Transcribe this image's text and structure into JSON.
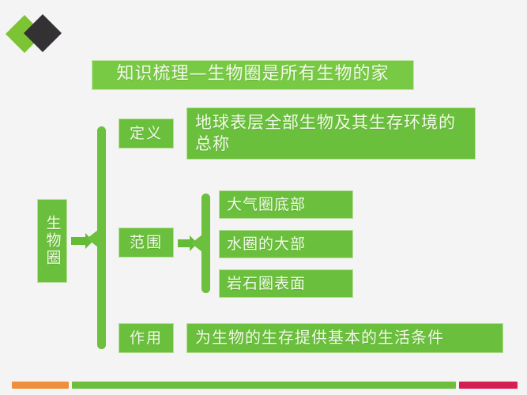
{
  "slide": {
    "background_color": "#f4f4f4",
    "title": "知识梳理—生物圈是所有生物的家",
    "logo": {
      "green_diamond": "green-diamond-icon",
      "dark_diamond": "dark-diamond-icon",
      "green_color": "#7dc435",
      "dark_color": "#333133"
    }
  },
  "diagram": {
    "root": {
      "label": "生物圈",
      "orientation": "vertical"
    },
    "branches": [
      {
        "label": "定义",
        "content": "地球表层全部生物及其生存环境的总称"
      },
      {
        "label": "范围",
        "items": [
          {
            "text": "大气圈底部"
          },
          {
            "text": "水圈的大部"
          },
          {
            "text": "岩石圈表面"
          }
        ]
      },
      {
        "label": "作用",
        "content": "为生物的生存提供基本的生活条件"
      }
    ],
    "colors": {
      "node_green": "#6abf3c",
      "title_green": "#78c944",
      "brace_green": "#6cc03d",
      "border_light": "#b9df9a",
      "text": "#f2fbe8"
    }
  },
  "footer_bar": {
    "segments": [
      {
        "name": "orange",
        "color": "#ef8f3c"
      },
      {
        "name": "green",
        "color": "#6cbe3c"
      },
      {
        "name": "crimson",
        "color": "#d41f55"
      }
    ]
  }
}
